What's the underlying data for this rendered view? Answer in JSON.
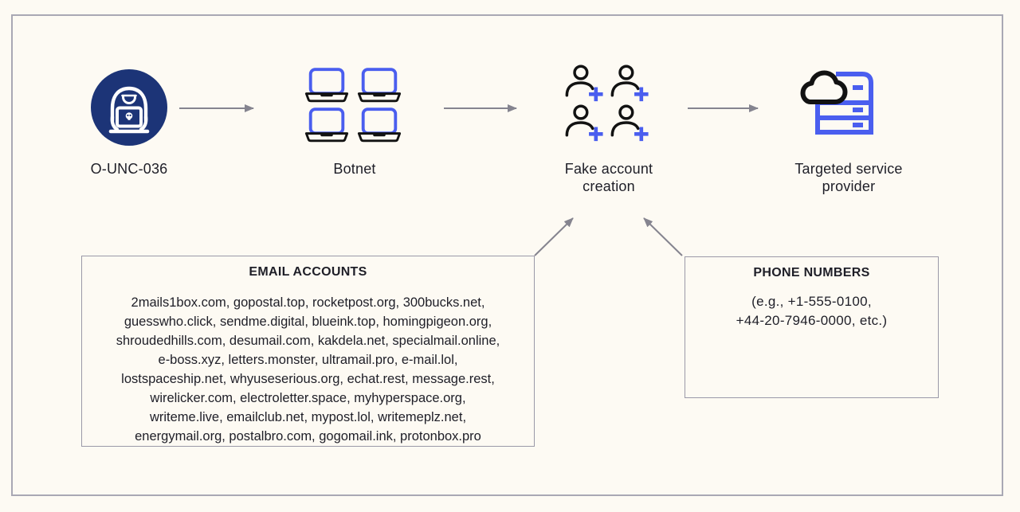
{
  "colors": {
    "bg": "#fdfaf3",
    "frame": "#a9a8b4",
    "box-border": "#9b99a8",
    "arrow": "#85848f",
    "text": "#1e1e27",
    "navy": "#1c3477",
    "blue": "#4a5eef",
    "dark": "#121212"
  },
  "flow": {
    "nodes": [
      {
        "id": "threat-actor",
        "icon": "hacker-laptop-icon",
        "lines": [
          "O-UNC-036"
        ]
      },
      {
        "id": "botnet",
        "icon": "laptop-grid-icon",
        "lines": [
          "Botnet"
        ]
      },
      {
        "id": "fake-account-creation",
        "icon": "person-add-grid-icon",
        "lines": [
          "Fake account",
          "creation"
        ]
      },
      {
        "id": "targeted-service-provider",
        "icon": "cloud-server-icon",
        "lines": [
          "Targeted service",
          "provider"
        ]
      }
    ],
    "arrows": [
      "threat-actor to botnet",
      "botnet to fake-account-creation",
      "fake-account-creation to targeted-service-provider",
      "email-accounts to fake-account-creation",
      "phone-numbers to fake-account-creation"
    ]
  },
  "boxes": {
    "email": {
      "title": "EMAIL ACCOUNTS",
      "lines": [
        "2mails1box.com, gopostal.top, rocketpost.org, 300bucks.net,",
        "guesswho.click, sendme.digital, blueink.top, homingpigeon.org,",
        "shroudedhills.com, desumail.com, kakdela.net, specialmail.online,",
        "e-boss.xyz, letters.monster, ultramail.pro, e-mail.lol,",
        "lostspaceship.net, whyuseserious.org, echat.rest, message.rest,",
        "wirelicker.com, electroletter.space, myhyperspace.org,",
        "writeme.live, emailclub.net, mypost.lol, writemeplz.net,",
        "energymail.org, postalbro.com, gogomail.ink, protonbox.pro"
      ]
    },
    "phone": {
      "title": "PHONE NUMBERS",
      "lines": [
        "(e.g., +1-555-0100,",
        "+44-20-7946-0000, etc.)"
      ]
    }
  }
}
